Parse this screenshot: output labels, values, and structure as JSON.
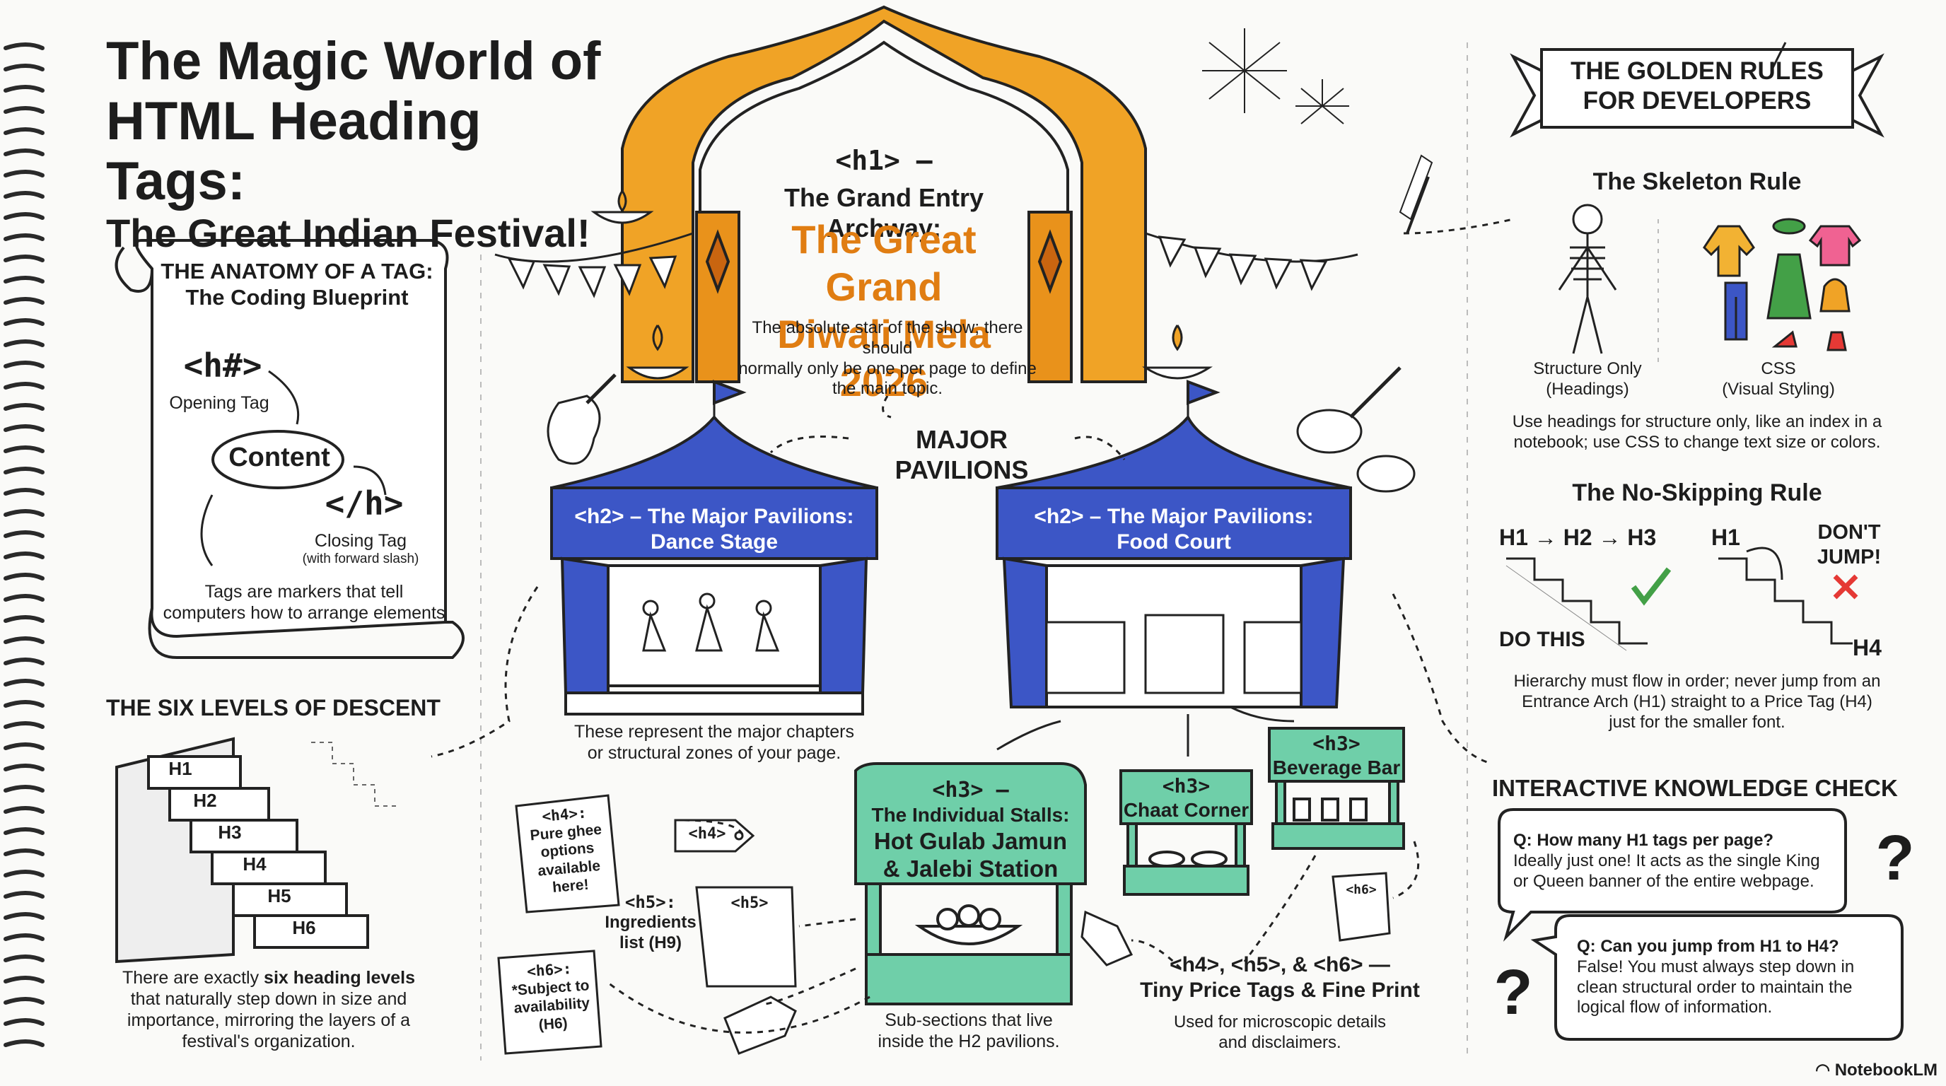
{
  "title": {
    "line1": "The Magic World of",
    "line2": "HTML Heading Tags:",
    "line3": "The Great Indian Festival!"
  },
  "anatomy": {
    "heading1": "THE ANATOMY OF A TAG:",
    "heading2": "The Coding Blueprint",
    "opening_tag": "<h#>",
    "opening_label": "Opening Tag",
    "content": "Content",
    "closing_tag": "</h>",
    "closing_label": "Closing Tag",
    "closing_note": "(with forward slash)",
    "caption1": "Tags are markers that tell",
    "caption2": "computers how to arrange elements"
  },
  "levels": {
    "heading": "THE SIX LEVELS OF DESCENT",
    "steps": [
      "H1",
      "H2",
      "H3",
      "H4",
      "H5",
      "H6"
    ],
    "caption1_pre": "There are exactly ",
    "caption1_bold": "six heading levels",
    "caption2": "that naturally step down in size and",
    "caption3": "importance, mirroring the layers of a",
    "caption4": "festival's organization."
  },
  "h1": {
    "tag": "<h1> —",
    "label": "The Grand Entry Archway:",
    "name1": "The Great Grand",
    "name2": "Diwali Mela 2026",
    "desc1": "The absolute star of the show; there should",
    "desc2": "normally only be one per page to define",
    "desc3": "the main topic."
  },
  "pavilions": {
    "label": "MAJOR PAVILIONS",
    "left1": "<h2> – The Major Pavilions:",
    "left2": "Dance Stage",
    "right1": "<h2> – The Major Pavilions:",
    "right2": "Food Court",
    "caption1": "These represent the major chapters",
    "caption2": "or structural zones of your page."
  },
  "stalls": {
    "main_tag": "<h3> —",
    "main1": "The Individual Stalls:",
    "main2": "Hot Gulab Jamun",
    "main3": "& Jalebi Station",
    "chaat_tag": "<h3>",
    "chaat": "Chaat Corner",
    "bev_tag": "<h3>",
    "bev": "Beverage Bar",
    "caption1": "Sub-sections that live",
    "caption2": "inside the H2 pavilions."
  },
  "small_tags": {
    "h4_card1": "<h4>:",
    "h4_card2": "Pure ghee",
    "h4_card3": "options",
    "h4_card4": "available",
    "h4_card5": "here!",
    "h4_tag": "<h4>",
    "h5_label1": "<h5>:",
    "h5_label2": "Ingredients",
    "h5_label3": "list (H9)",
    "h5_scroll": "<h5>",
    "h6_card1": "<h6>:",
    "h6_card2": "*Subject to",
    "h6_card3": "availability",
    "h6_card4": "(H6)",
    "h6_scroll": "<h6>",
    "heading1": "<h4>, <h5>, & <h6> —",
    "heading2": "Tiny Price Tags & Fine Print",
    "caption1": "Used for microscopic details",
    "caption2": "and disclaimers."
  },
  "rules": {
    "banner1": "THE GOLDEN RULES",
    "banner2": "FOR DEVELOPERS",
    "skeleton_title": "The Skeleton Rule",
    "structure1": "Structure Only",
    "structure2": "(Headings)",
    "css1": "CSS",
    "css2": "(Visual Styling)",
    "skeleton_desc1": "Use headings for structure only, like an index in a",
    "skeleton_desc2": "notebook; use CSS to change text size or colors.",
    "noskip_title": "The No-Skipping Rule",
    "seq": "H1 → H2 → H3",
    "do_this": "DO THIS",
    "jump_h1": "H1",
    "dont1": "DON'T",
    "dont2": "JUMP!",
    "jump_h4": "H4",
    "noskip_desc1": "Hierarchy must flow in order; never jump from an",
    "noskip_desc2": "Entrance Arch (H1) straight to a Price Tag (H4)",
    "noskip_desc3": "just for the smaller font."
  },
  "quiz": {
    "heading": "INTERACTIVE KNOWLEDGE CHECK",
    "q1": "Q: How many H1 tags per page?",
    "a1_1": "Ideally just one! It acts as the single King",
    "a1_2": "or Queen banner of the entire webpage.",
    "q2": "Q: Can you jump from H1 to H4?",
    "a2_1": "False! You must always step down in",
    "a2_2": "clean structural order to maintain the",
    "a2_3": "logical flow of information."
  },
  "brand": "NotebookLM",
  "colors": {
    "orange": "#f0a326",
    "orange_dark": "#e07d12",
    "blue": "#3c56c6",
    "teal": "#6fcfa9",
    "red": "#e53935",
    "green": "#43a047",
    "ink": "#1d1d1d"
  }
}
